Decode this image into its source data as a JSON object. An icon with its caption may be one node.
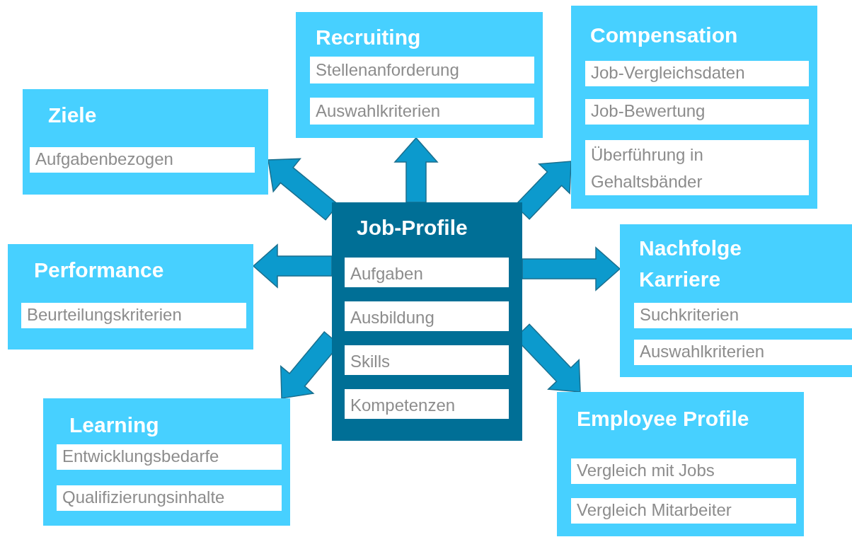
{
  "diagram": {
    "nodes": [
      {
        "text": [
          "Recruiting"
        ]
      },
      {
        "text": [
          "Stellenanforderung"
        ],
        "in": 0
      },
      {
        "text": [
          "Auswahlkriterien"
        ],
        "in": 0
      },
      {
        "text": [
          "Compensation"
        ]
      },
      {
        "text": [
          "Job-Vergleichsdaten"
        ],
        "in": 3
      },
      {
        "text": [
          "Job-Bewertung"
        ],
        "in": 3
      },
      {
        "text": [
          "Überführung in Gehaltsbänder"
        ],
        "in": 3
      },
      {
        "text": [
          "Ziele"
        ]
      },
      {
        "text": [
          "Aufgabenbezogen"
        ],
        "in": 7
      },
      {
        "text": [
          "Job-Profile"
        ]
      },
      {
        "text": [
          "Aufgaben"
        ],
        "in": 9
      },
      {
        "text": [
          "Ausbildung"
        ],
        "in": 9
      },
      {
        "text": [
          "Skills"
        ],
        "in": 9
      },
      {
        "text": [
          "Kompetenzen"
        ],
        "in": 9
      },
      {
        "text": [
          "Performance"
        ]
      },
      {
        "text": [
          "Beurteilungskriterien"
        ],
        "in": 14
      },
      {
        "text": [
          "Nachfolge Karriere"
        ]
      },
      {
        "text": [
          "Suchkriterien"
        ],
        "in": 16
      },
      {
        "text": [
          "Auswahlkriterien"
        ],
        "in": 16
      },
      {
        "text": [
          "Learning"
        ]
      },
      {
        "text": [
          "Entwicklungsbedarfe"
        ],
        "in": 19
      },
      {
        "text": [
          "Qualifizierungsinhalte"
        ],
        "in": 19
      },
      {
        "text": [
          "Employee Profile"
        ]
      },
      {
        "text": [
          "Vergleich mit Jobs"
        ],
        "in": 22
      },
      {
        "text": [
          "Vergleich Mitarbeiter"
        ],
        "in": 22
      }
    ],
    "edges": [
      {
        "from": 9,
        "to": 0,
        "arrow": "to"
      },
      {
        "from": 9,
        "to": 3,
        "arrow": "to"
      },
      {
        "from": 9,
        "to": 7,
        "arrow": "to"
      },
      {
        "from": 9,
        "to": 14,
        "arrow": "to"
      },
      {
        "from": 9,
        "to": 16,
        "arrow": "to"
      },
      {
        "from": 9,
        "to": 19,
        "arrow": "to"
      },
      {
        "from": 9,
        "to": 22,
        "arrow": "to"
      }
    ]
  }
}
